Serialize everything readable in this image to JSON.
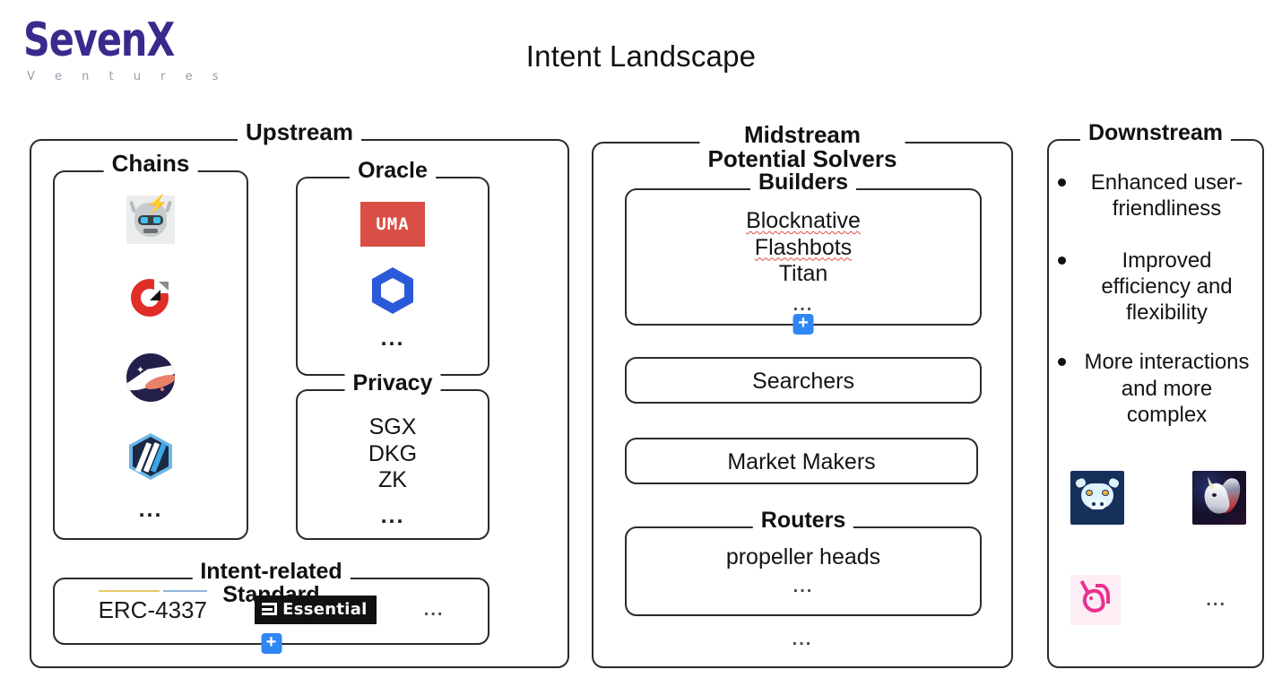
{
  "brand": {
    "name": "SevenX",
    "tagline": "V e n t u r e s"
  },
  "title": "Intent Landscape",
  "columns": {
    "upstream": {
      "legend": "Upstream",
      "chains": {
        "legend": "Chains",
        "logos": [
          "anoma-robot-logo",
          "suave-red-ring-logo",
          "navy-wave-logo",
          "arbitrum-hexagon-logo"
        ],
        "more": "..."
      },
      "oracle": {
        "legend": "Oracle",
        "logos": [
          "uma-logo",
          "chainlink-logo"
        ],
        "uma_label": "UMA",
        "more": "..."
      },
      "privacy": {
        "legend": "Privacy",
        "items": [
          "SGX",
          "DKG",
          "ZK"
        ],
        "more": "..."
      },
      "standard": {
        "legend_line1": "Intent-related",
        "legend_line2": "Standard",
        "erc": "ERC-4337",
        "essential_label": "Essential",
        "more": "...",
        "plus": "+"
      }
    },
    "midstream": {
      "legend_line1": "Midstream",
      "legend_line2": "Potential Solvers",
      "builders": {
        "legend": "Builders",
        "items": [
          {
            "label": "Blocknative",
            "spellcheck": true
          },
          {
            "label": "Flashbots",
            "spellcheck": true
          },
          {
            "label": "Titan",
            "spellcheck": false
          }
        ],
        "more": "...",
        "plus": "+"
      },
      "searchers": {
        "label": "Searchers"
      },
      "market_makers": {
        "label": "Market Makers"
      },
      "routers": {
        "legend": "Routers",
        "items": [
          "propeller heads"
        ],
        "more": "..."
      },
      "more": "..."
    },
    "downstream": {
      "legend": "Downstream",
      "bullets": [
        "Enhanced user-friendliness",
        "Improved efficiency and flexibility",
        "More interactions and more complex"
      ],
      "logos": [
        "cow-swap-logo",
        "1inch-logo",
        "uniswap-logo"
      ],
      "more": "..."
    }
  },
  "colors": {
    "brand_purple": "#3b2a8c",
    "brand_gray": "#9b9bab",
    "border": "#2b2b2b",
    "accent_blue": "#2f86f6",
    "uma_red": "#d94f45",
    "chainlink_blue": "#2a5ada",
    "spellcheck_red": "#e04a3f"
  }
}
